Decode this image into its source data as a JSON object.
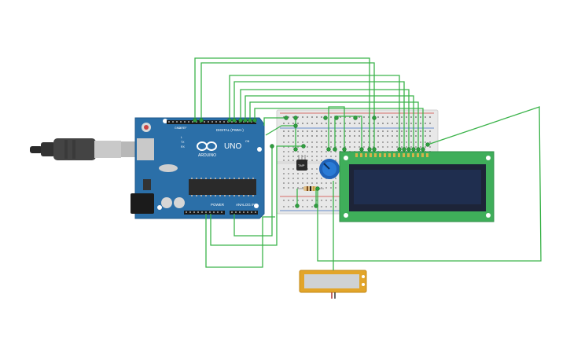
{
  "arduino": {
    "model_label": "UNO",
    "brand_label": "ARDUINO",
    "digital_label": "DIGITAL (PWM~)",
    "power_label": "POWER",
    "analog_label": "ANALOG IN",
    "aref_label": "AREF",
    "gnd_label": "GND",
    "tx_label": "TX",
    "rx_label": "RX",
    "l_label": "L",
    "on_label": "ON",
    "board_color": "#2b6fa8",
    "chip_color": "#2a2a2a"
  },
  "breadboard": {
    "color": "#e8e8e8",
    "rail_red": "#d0443c",
    "rail_blue": "#3b6fc4"
  },
  "lcd": {
    "pcb_color": "#3fae5a",
    "screen_color": "#1f2e4f"
  },
  "sensor": {
    "label": "TMP"
  },
  "display_module": {
    "frame_color": "#e2a52a",
    "screen_color": "#cfd2d4"
  },
  "wires": {
    "color": "#3bb34a"
  }
}
